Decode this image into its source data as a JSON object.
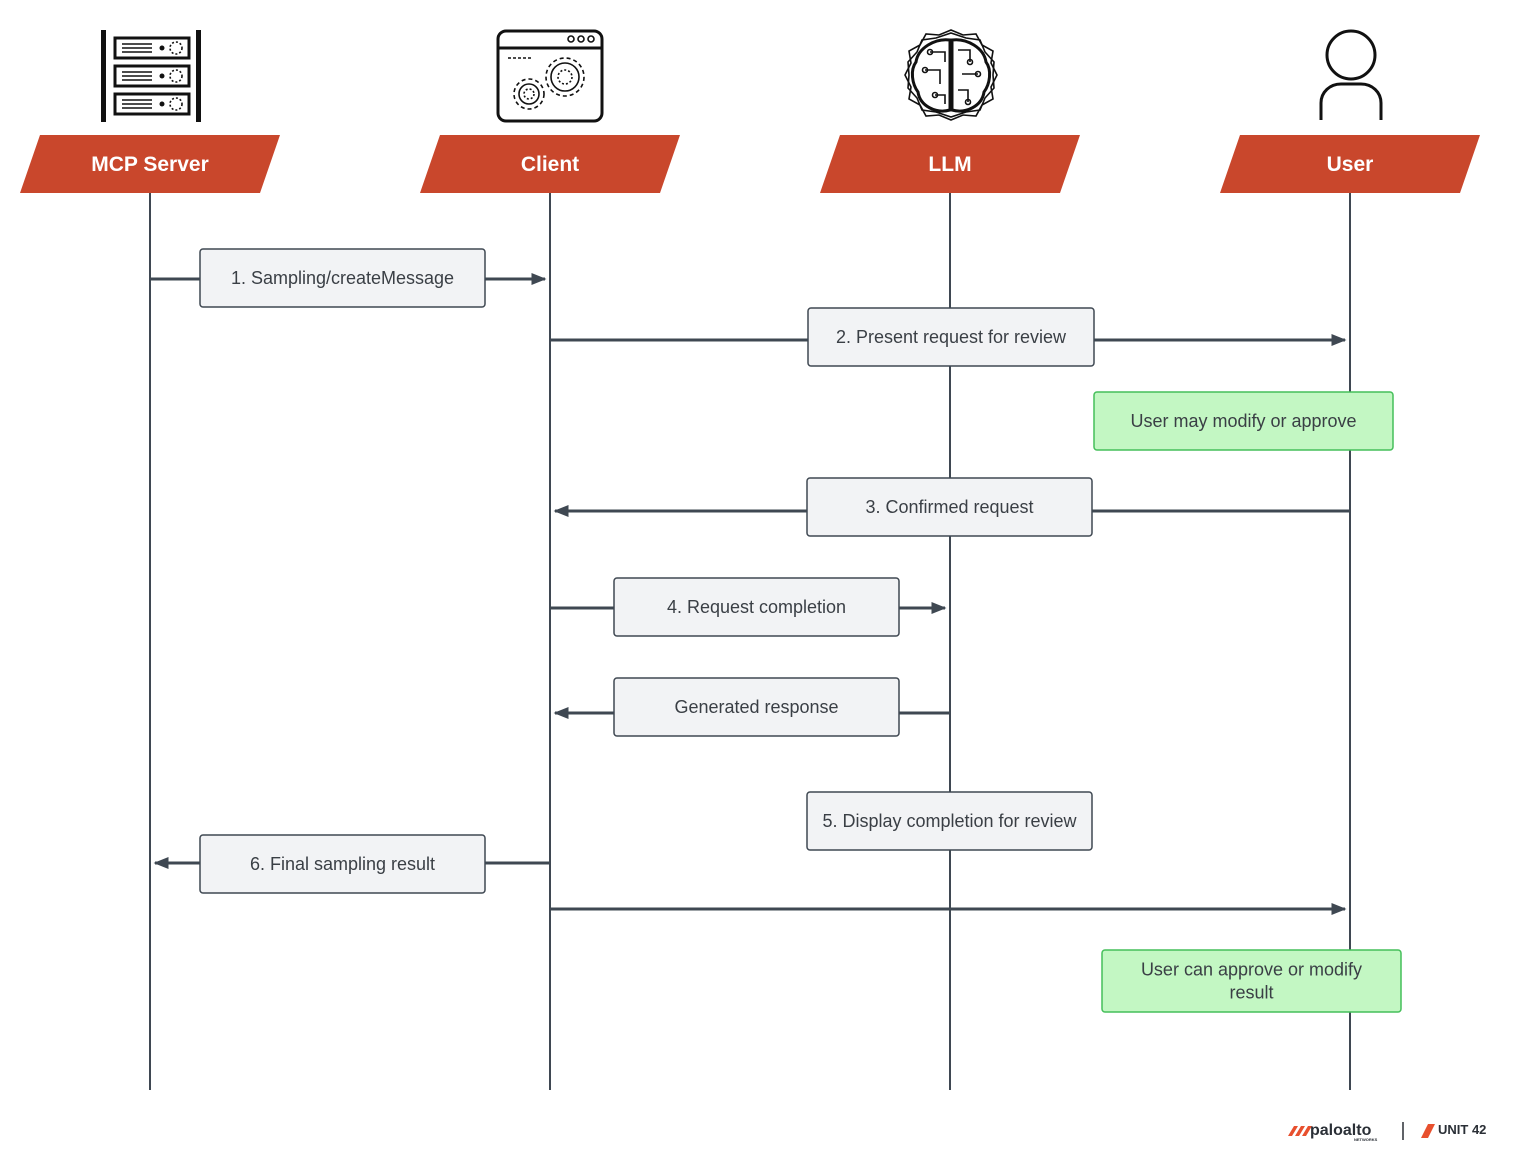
{
  "participants": [
    {
      "name": "MCP Server",
      "icon": "server-rack-icon"
    },
    {
      "name": "Client",
      "icon": "browser-gears-icon"
    },
    {
      "name": "LLM",
      "icon": "brain-circuit-icon"
    },
    {
      "name": "User",
      "icon": "user-icon"
    }
  ],
  "messages": [
    {
      "from": "MCP Server",
      "to": "Client",
      "label": "1. Sampling/createMessage"
    },
    {
      "from": "Client",
      "to": "User",
      "label": "2. Present request for review"
    },
    {
      "from": "User",
      "to": "Client",
      "label": "3. Confirmed request"
    },
    {
      "from": "Client",
      "to": "LLM",
      "label": "4. Request completion"
    },
    {
      "from": "LLM",
      "to": "Client",
      "label": "Generated response"
    },
    {
      "from": "",
      "to": "",
      "label": "5. Display completion for review"
    },
    {
      "from": "Client",
      "to": "MCP Server",
      "label": "6. Final sampling result"
    },
    {
      "from": "Client",
      "to": "User",
      "label": ""
    }
  ],
  "notes": [
    {
      "lines": [
        "User may modify or approve"
      ]
    },
    {
      "lines": [
        "User can approve or modify",
        "result"
      ]
    }
  ],
  "colors": {
    "header_fill": "#c9472c",
    "note_fill": "#c3f7c3",
    "note_border": "#45bf5a",
    "message_fill": "#f2f3f5",
    "line": "#3f4852"
  },
  "branding": {
    "paloalto": "paloalto",
    "paloalto_sub": "NETWORKS",
    "unit42": "UNIT 42"
  }
}
